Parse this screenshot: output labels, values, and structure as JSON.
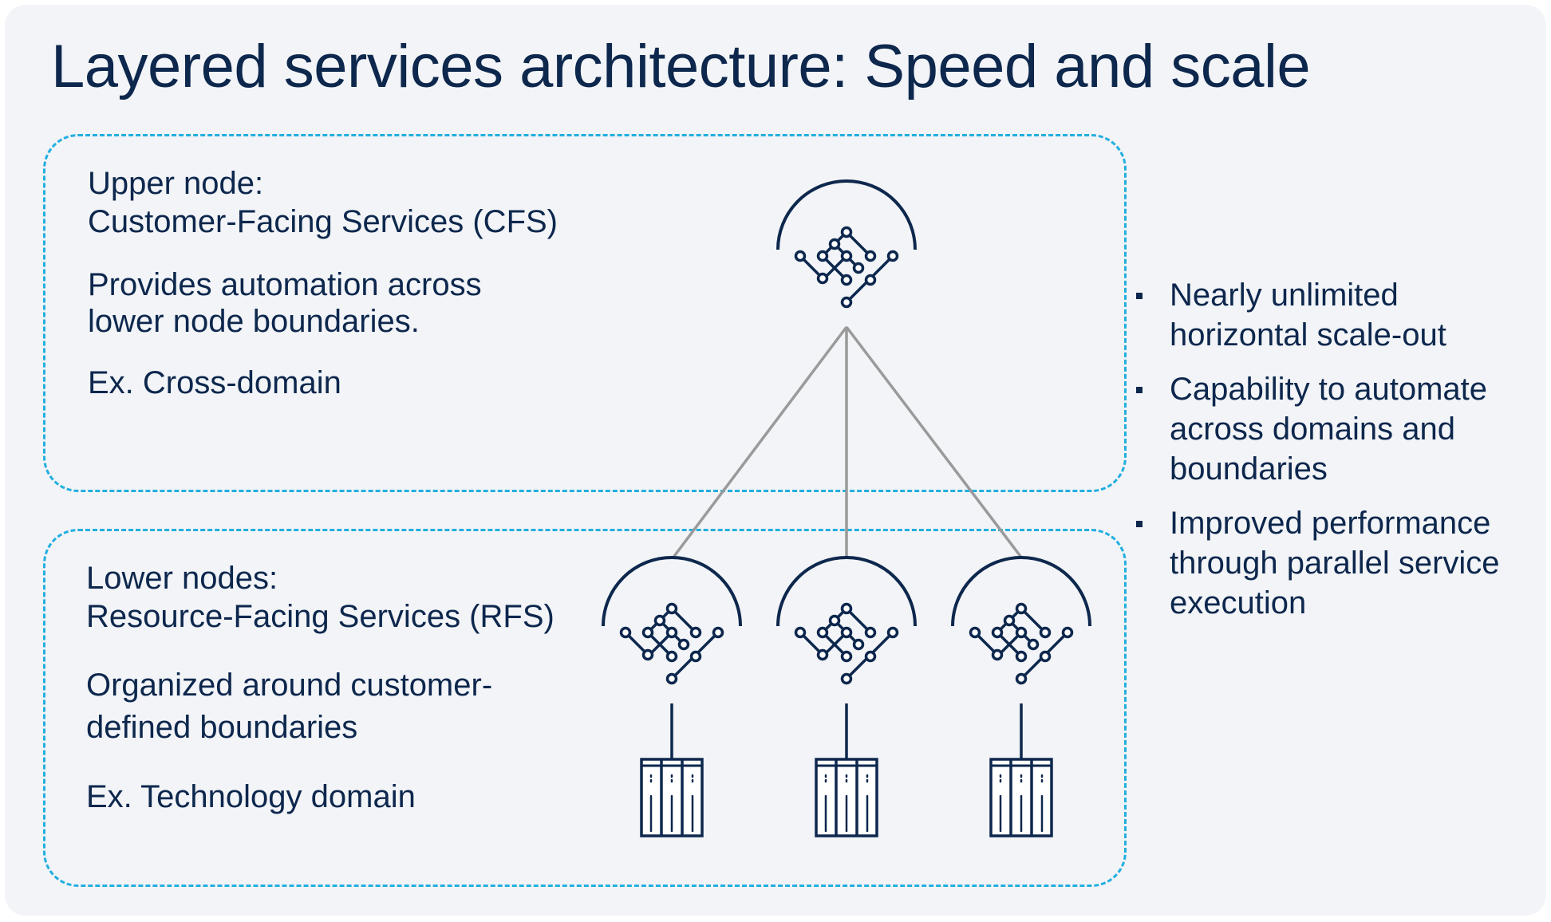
{
  "title": "Layered services architecture: Speed and scale",
  "upper": {
    "heading_line1": "Upper node:",
    "heading_line2": "Customer-Facing Services (CFS)",
    "desc_line1": "Provides automation across",
    "desc_line2": "lower node boundaries.",
    "example": "Ex. Cross-domain"
  },
  "lower": {
    "heading_line1": "Lower nodes:",
    "heading_line2": "Resource-Facing Services (RFS)",
    "desc_line1": "Organized around customer-",
    "desc_line2": "defined boundaries",
    "example": "Ex. Technology domain"
  },
  "benefits": [
    {
      "line1": "Nearly unlimited",
      "line2": "horizontal scale-out"
    },
    {
      "line1": "Capability to automate",
      "line2": "across domains and",
      "line3": "boundaries"
    },
    {
      "line1": "Improved performance",
      "line2": "through parallel service",
      "line3": "execution"
    }
  ],
  "colors": {
    "text": "#0d274d",
    "dashed_border": "#22aee0",
    "connector": "#9a9a9a",
    "background": "#f2f4f7"
  },
  "icons": {
    "node": "service-node-icon",
    "device": "server-rack-icon"
  }
}
